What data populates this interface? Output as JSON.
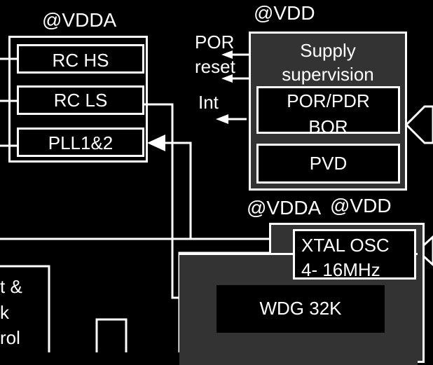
{
  "labels": {
    "vdda_top": "@VDDA",
    "vdd_top": "@VDD",
    "rc_hs": "RC HS",
    "rc_ls": "RC LS",
    "pll": "PLL1&2",
    "por": "POR",
    "reset": "reset",
    "int": "Int",
    "supply_line1": "Supply",
    "supply_line2": "supervision",
    "por_pdr": "POR/PDR",
    "bor": "BOR",
    "pvd": "PVD",
    "vdda_mid": "@VDDA",
    "vdd_mid": "@VDD",
    "xtal_line1": "XTAL OSC",
    "xtal_line2": "4- 16MHz",
    "wdg": "WDG 32K",
    "left_frag1": "t &",
    "left_frag2": "k",
    "left_frag3": "rol"
  },
  "colors": {
    "background": "#000000",
    "stroke": "#ffffff",
    "panel_gray": "#333333",
    "text": "#ffffff"
  }
}
